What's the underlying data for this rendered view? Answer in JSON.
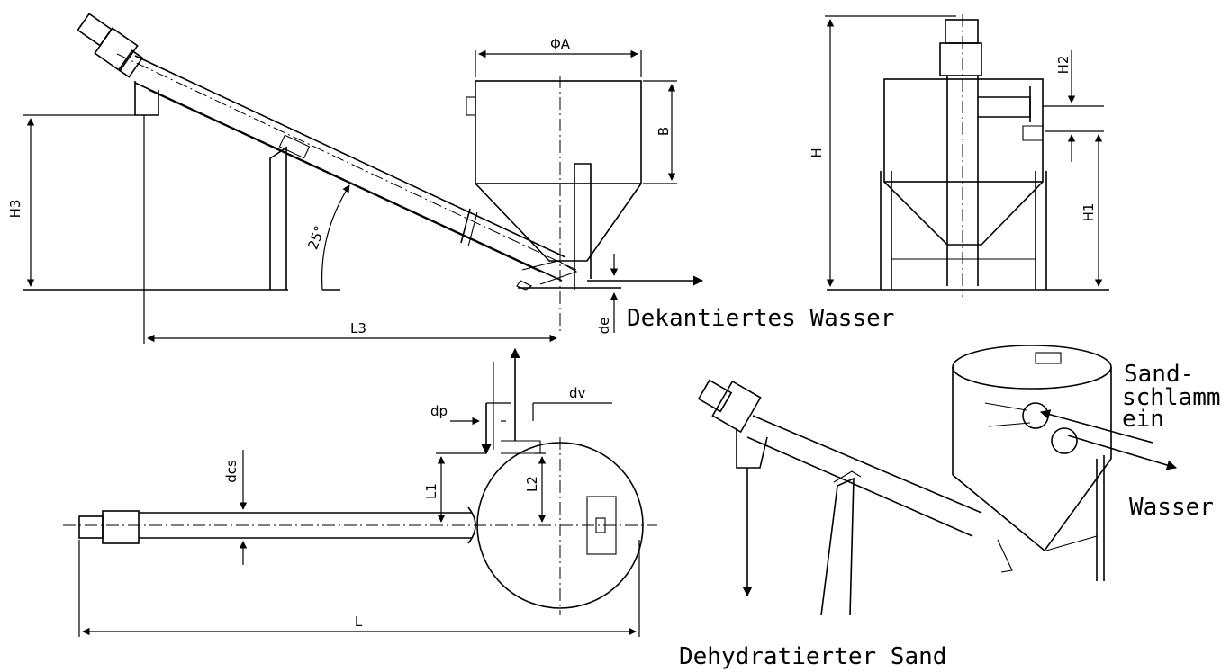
{
  "dimensions": {
    "phi_a": "ΦA",
    "b": "B",
    "h3": "H3",
    "angle": "25°",
    "l3": "L3",
    "de": "de",
    "h": "H",
    "h2": "H2",
    "h1": "H1",
    "dp": "dp",
    "dv": "dv",
    "l1": "L1",
    "l2": "L2",
    "dcs": "dcs",
    "l": "L"
  },
  "labels": {
    "decanted_water": "Dekantiertes Wasser",
    "sand_slurry_line1": "Sand-",
    "sand_slurry_line2": "schlamm",
    "sand_slurry_line3": "ein",
    "water": "Wasser",
    "dehydrated_sand": "Dehydratierter Sand"
  }
}
